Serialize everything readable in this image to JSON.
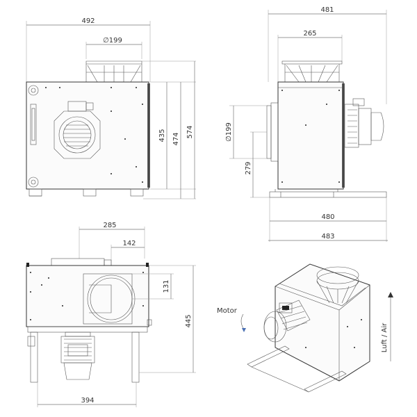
{
  "views": {
    "front": {
      "width": "492",
      "diameter": "∅199",
      "h1": "435",
      "h2": "474",
      "h3": "574"
    },
    "side": {
      "width": "481",
      "inlet_offset": "265",
      "diameter": "∅199",
      "center_height": "279",
      "base1": "480",
      "base2": "483"
    },
    "top": {
      "w285": "285",
      "w142": "142",
      "h131": "131",
      "h445": "445",
      "w394": "394"
    },
    "iso": {
      "motor_label": "Motor",
      "air_label": "Luft / Air"
    }
  }
}
